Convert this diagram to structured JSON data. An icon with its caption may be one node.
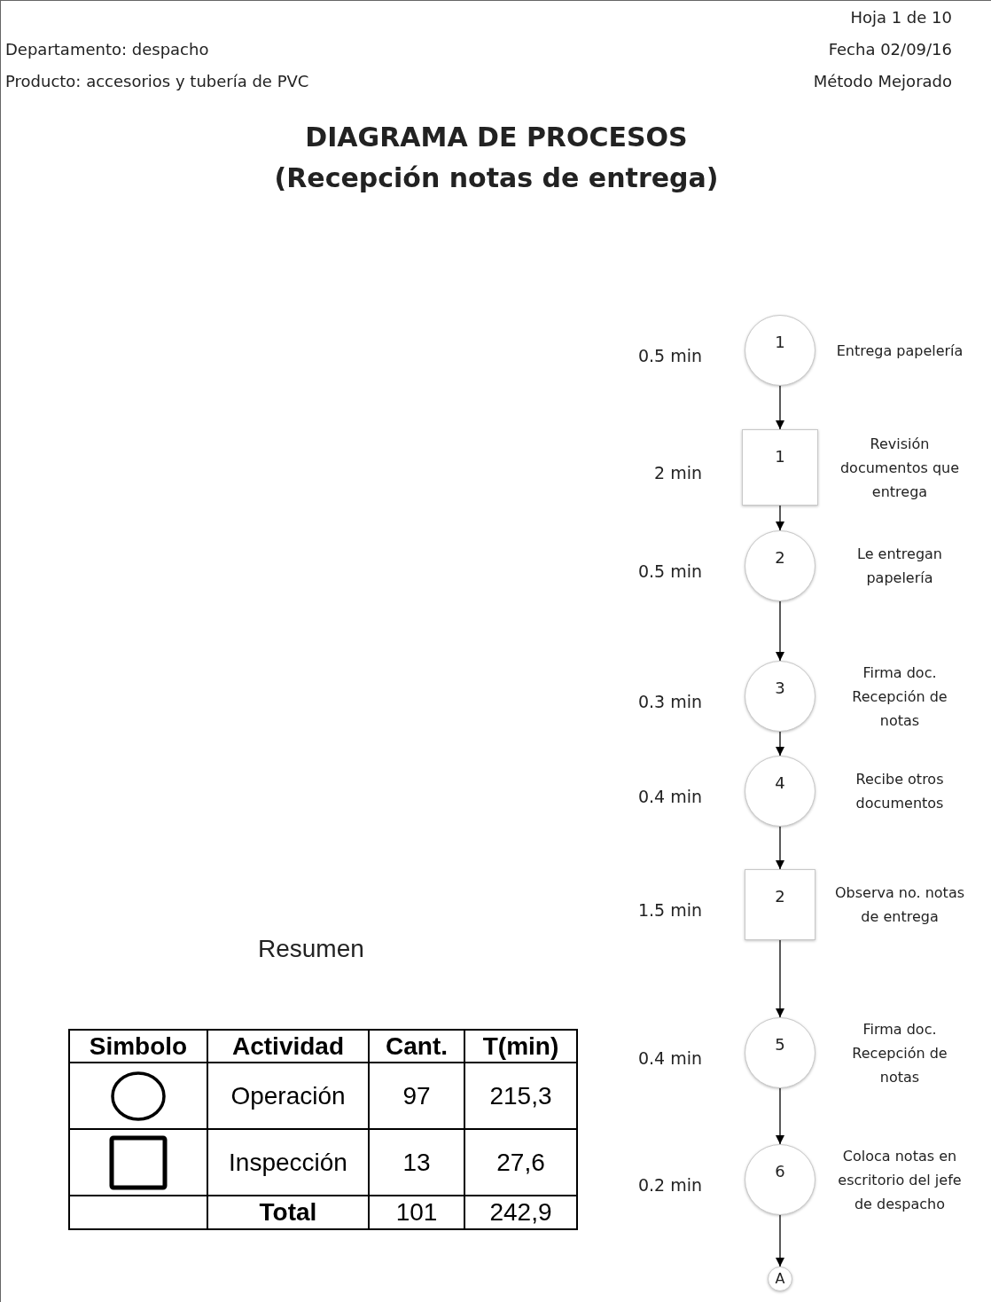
{
  "diagram": {
    "title": "DIAGRAMA DE PROCESOS (Recepción notas de entrega)",
    "nodes": [
      {
        "text": [
          "1"
        ],
        "beside": [
          "0.5 min",
          "Entrega papelería"
        ]
      },
      {
        "text": [
          "1"
        ],
        "beside": [
          "2 min",
          "Revisión documentos que entrega"
        ]
      },
      {
        "text": [
          "2"
        ],
        "beside": [
          "0.5 min",
          "Le entregan papelería"
        ]
      },
      {
        "text": [
          "3"
        ],
        "beside": [
          "0.3 min",
          "Firma doc. Recepción de notas"
        ]
      },
      {
        "text": [
          "4"
        ],
        "beside": [
          "0.4 min",
          "Recibe otros documentos"
        ]
      },
      {
        "text": [
          "2"
        ],
        "beside": [
          "1.5 min",
          "Observa no. notas de entrega"
        ]
      },
      {
        "text": [
          "5"
        ],
        "beside": [
          "0.4 min",
          "Firma doc. Recepción de notas"
        ]
      },
      {
        "text": [
          "6"
        ],
        "beside": [
          "0.2 min",
          "Coloca notas en escritorio del jefe de despacho"
        ]
      },
      {
        "text": [
          "A"
        ]
      }
    ],
    "edges": [
      {
        "from": 0,
        "to": 1,
        "arrow": "to"
      },
      {
        "from": 1,
        "to": 2,
        "arrow": "to"
      },
      {
        "from": 2,
        "to": 3,
        "arrow": "to"
      },
      {
        "from": 3,
        "to": 4,
        "arrow": "to"
      },
      {
        "from": 4,
        "to": 5,
        "arrow": "to"
      },
      {
        "from": 5,
        "to": 6,
        "arrow": "to"
      },
      {
        "from": 6,
        "to": 7,
        "arrow": "to"
      },
      {
        "from": 7,
        "to": 8,
        "arrow": "to"
      }
    ],
    "labels": [
      "Departamento: despacho",
      "Producto: accesorios y tubería de PVC",
      "Hoja 1 de 10",
      "Fecha 02/09/16",
      "Método Mejorado",
      "Resumen",
      "Simbolo",
      "Actividad",
      "Cant.",
      "T(min)",
      "Operación",
      "97",
      "215,3",
      "Inspección",
      "13",
      "27,6",
      "Total",
      "101",
      "242,9"
    ]
  }
}
